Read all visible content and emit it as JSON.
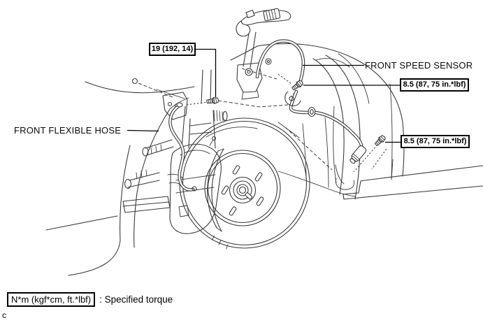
{
  "figure": {
    "background": "#ffffff",
    "line_color": "#3a3a3a",
    "text_color": "#000000",
    "callout_border_color": "#000000"
  },
  "labels": [
    {
      "text": "FRONT SPEED SENSOR"
    },
    {
      "text": "FRONT FLEXIBLE HOSE"
    }
  ],
  "torque_callouts": [
    {
      "text": "19 (192, 14)"
    },
    {
      "text": "8.5 (87, 75 in.*lbf)"
    },
    {
      "text": "8.5 (87, 75 in.*lbf)"
    }
  ],
  "legend": {
    "units_box": "N*m (kgf*cm, ft.*lbf)",
    "caption": ": Specified torque"
  },
  "footnote": "c"
}
